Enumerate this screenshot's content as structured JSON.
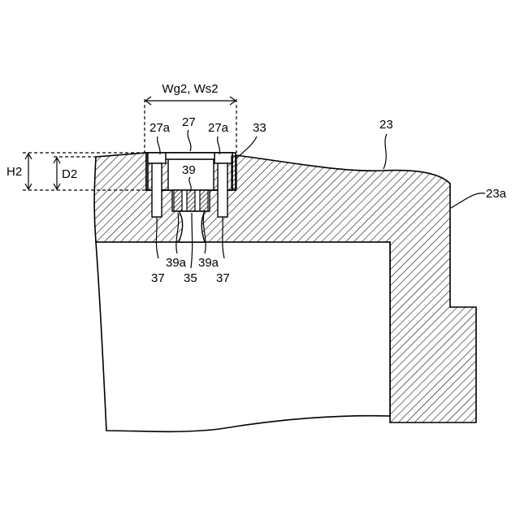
{
  "labels": {
    "width_dim": "Wg2, Ws2",
    "height_h2": "H2",
    "depth_d2": "D2",
    "ref_23": "23",
    "ref_23a": "23a",
    "ref_27": "27",
    "ref_27a_left": "27a",
    "ref_27a_right": "27a",
    "ref_33": "33",
    "ref_39": "39",
    "ref_39a_left": "39a",
    "ref_39a_right": "39a",
    "ref_35": "35",
    "ref_37_left": "37",
    "ref_37_right": "37"
  }
}
